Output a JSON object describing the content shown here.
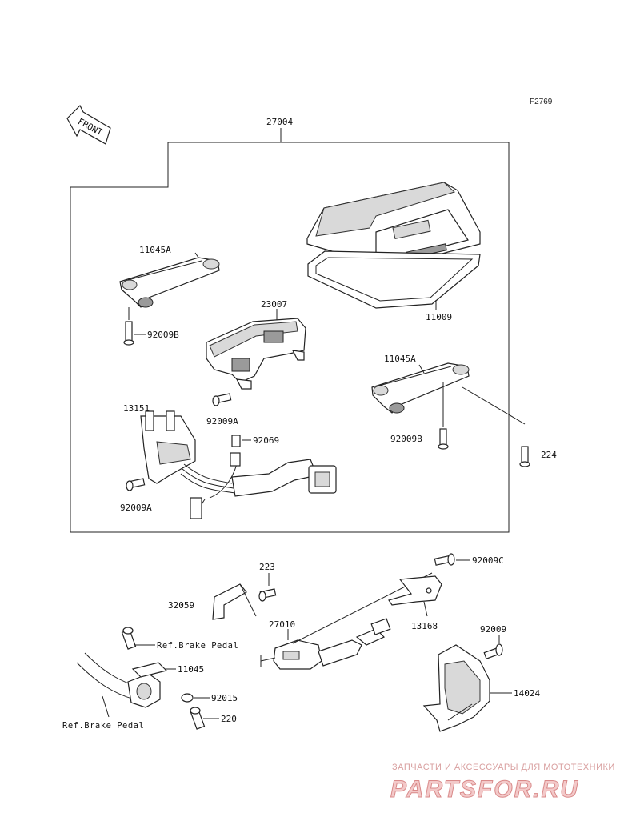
{
  "figure_code": "F2769",
  "front_badge": "FRONT",
  "labels": {
    "assembly": "27004",
    "meter_cover": "11009",
    "bracket_top_left": "11045A",
    "bolt_top_left": "92009B",
    "holder": "23007",
    "bracket_right": "11045A",
    "bolt_right": "92009B",
    "bolt_holder": "92009A",
    "switch": "13151",
    "grommet": "92069",
    "bolt_switch": "92009A",
    "screw_224": "224",
    "screw_223": "223",
    "bracket_32059": "32059",
    "switch_27010": "27010",
    "plate_13168": "13168",
    "bolt_92009C": "92009C",
    "bolt_92009": "92009",
    "cover_14024": "14024",
    "ref_brake_pedal_1": "Ref.Brake Pedal",
    "clamp_11045": "11045",
    "nut_92015": "92015",
    "bolt_220": "220",
    "ref_brake_pedal_2": "Ref.Brake Pedal"
  },
  "watermark": {
    "tagline": "ЗАПЧАСТИ И АКСЕССУАРЫ ДЛЯ МОТОТЕХНИКИ",
    "brand": "PARTSFOR.RU"
  },
  "colors": {
    "ink": "#222222",
    "watermark": "#d98a8a"
  }
}
